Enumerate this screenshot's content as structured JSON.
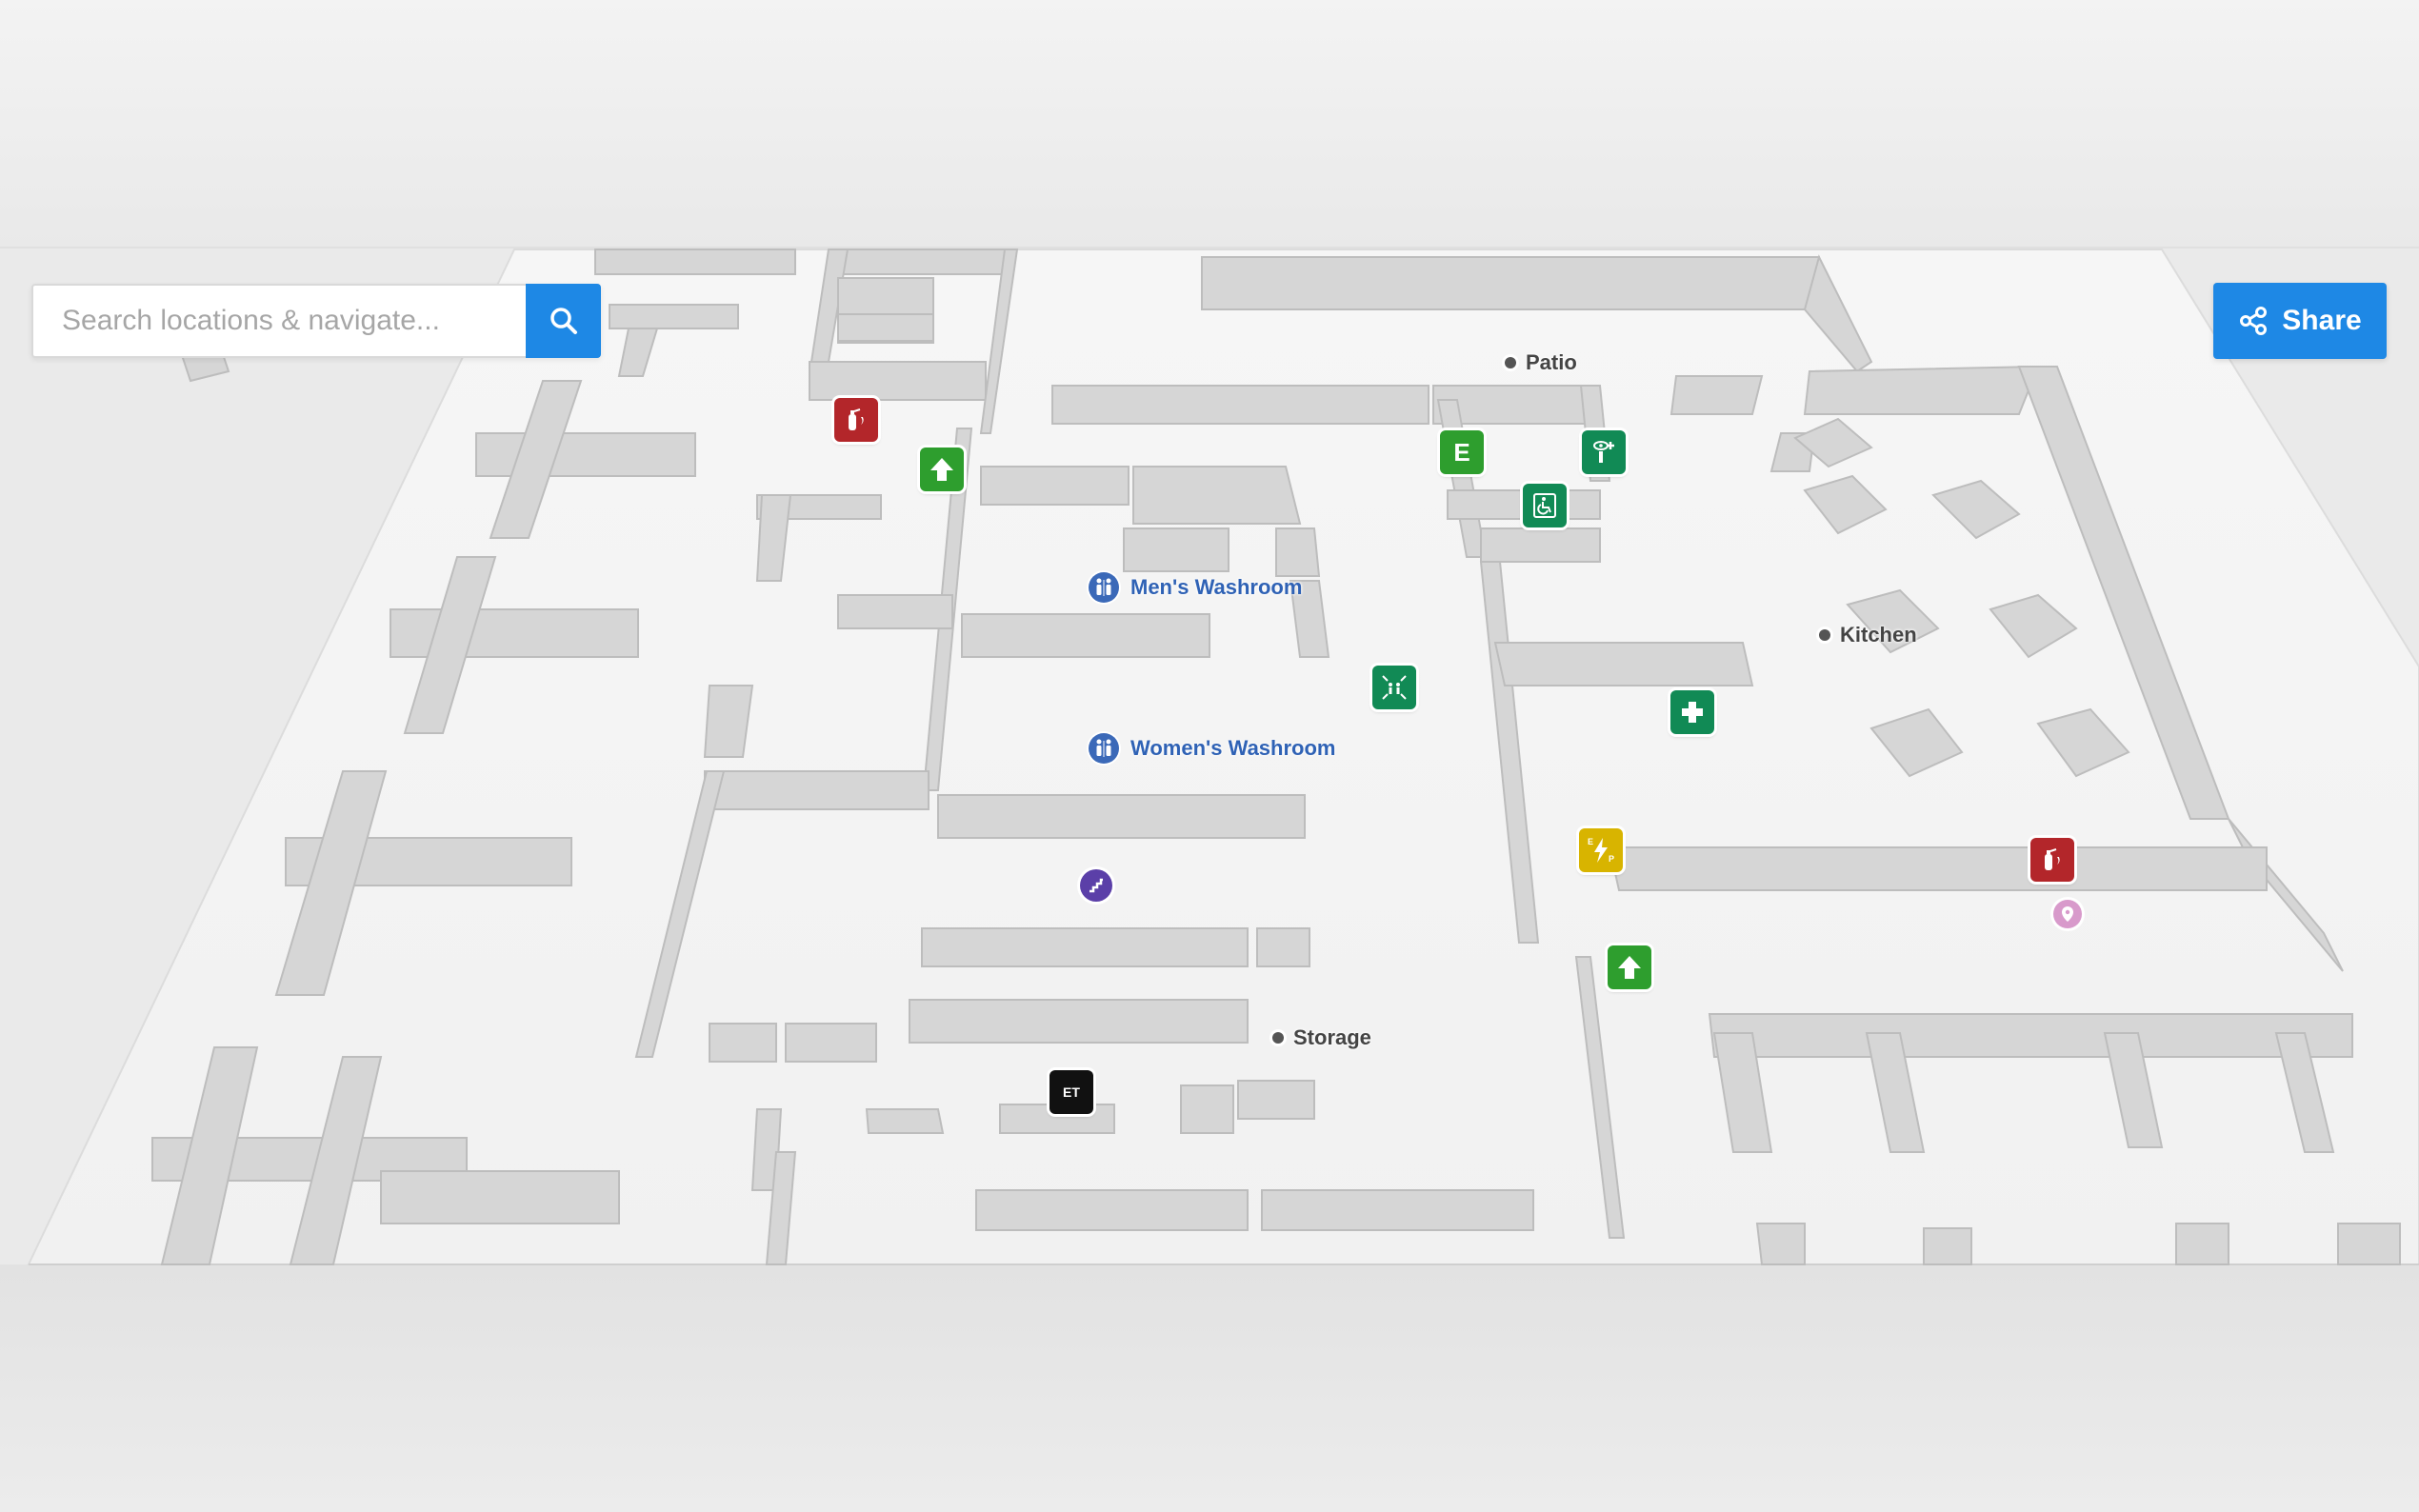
{
  "search": {
    "placeholder": "Search locations & navigate...",
    "icon": "search-icon"
  },
  "share": {
    "label": "Share",
    "icon": "share-icon"
  },
  "labels": {
    "patio": "Patio",
    "kitchen": "Kitchen",
    "storage": "Storage",
    "mens_washroom": "Men's Washroom",
    "womens_washroom": "Women's Washroom"
  },
  "markers": {
    "elevator_label": "E",
    "et_label": "ET",
    "electrical_label": "E P"
  },
  "icons": {
    "fire_extinguisher": "fire-extinguisher-icon",
    "exit_arrow": "exit-arrow-icon",
    "elevator": "elevator-icon",
    "eyewash": "eyewash-station-icon",
    "accessible": "accessible-icon",
    "assembly": "assembly-point-icon",
    "first_aid": "first-aid-icon",
    "electrical": "electrical-panel-icon",
    "stairs": "stairs-icon",
    "location_pin": "location-pin-icon"
  },
  "colors": {
    "accent": "#1e88e5",
    "fire_red": "#b3262a",
    "exit_green": "#2e9e2e",
    "safety_teal": "#118a55",
    "electrical_yellow": "#d8b400",
    "washroom_blue": "#3b69b8",
    "stairs_purple": "#5b3fa8",
    "pin_pink": "#d89acb"
  }
}
